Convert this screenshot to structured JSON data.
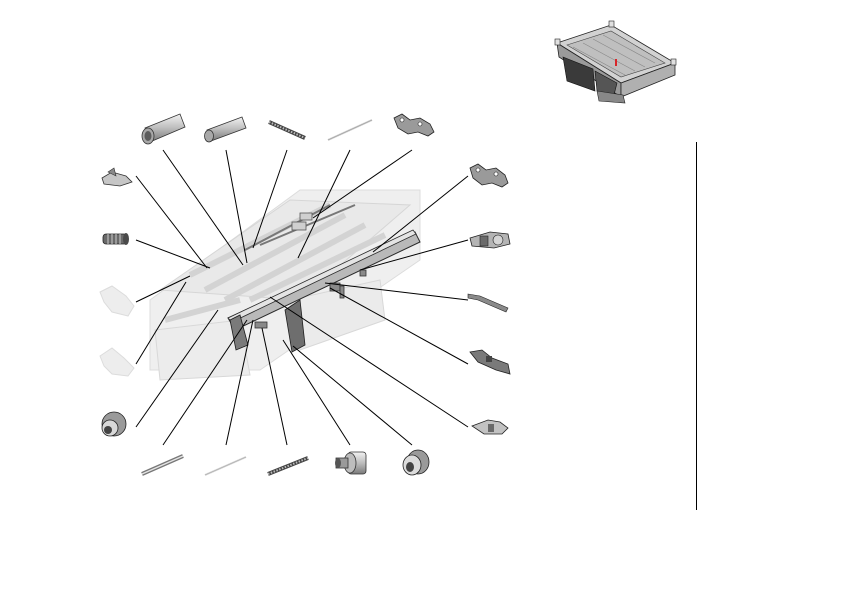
{
  "figure": {
    "type": "exploded-parts-diagram",
    "callout_labels": [],
    "parts": [
      "tube-roller-large",
      "tube-roller-medium",
      "spring-coil",
      "thin-rod",
      "gasket-plate-top",
      "gasket-plate-right",
      "clip-bracket-top-left",
      "spring-coil-small",
      "seal-pad-upper",
      "seal-pad-lower",
      "flanged-bushing-left",
      "shaft-rod-bottom",
      "thin-rod-bottom",
      "screw-rod-bottom",
      "stepped-bushing",
      "flanged-bushing-bottom",
      "bracket-right-upper",
      "strip-right",
      "lever-bracket-right",
      "latch-clip-right"
    ]
  },
  "thumbnail": {
    "subject": "assembled-unit-overview",
    "highlight_color": "#d8262a"
  },
  "colors": {
    "outline": "#1a1a1a",
    "part_dark": "#5a5a5a",
    "part_mid": "#9a9a9a",
    "part_light": "#d4d4d4",
    "ghost": "#e6e6e6",
    "leader": "#000000"
  }
}
